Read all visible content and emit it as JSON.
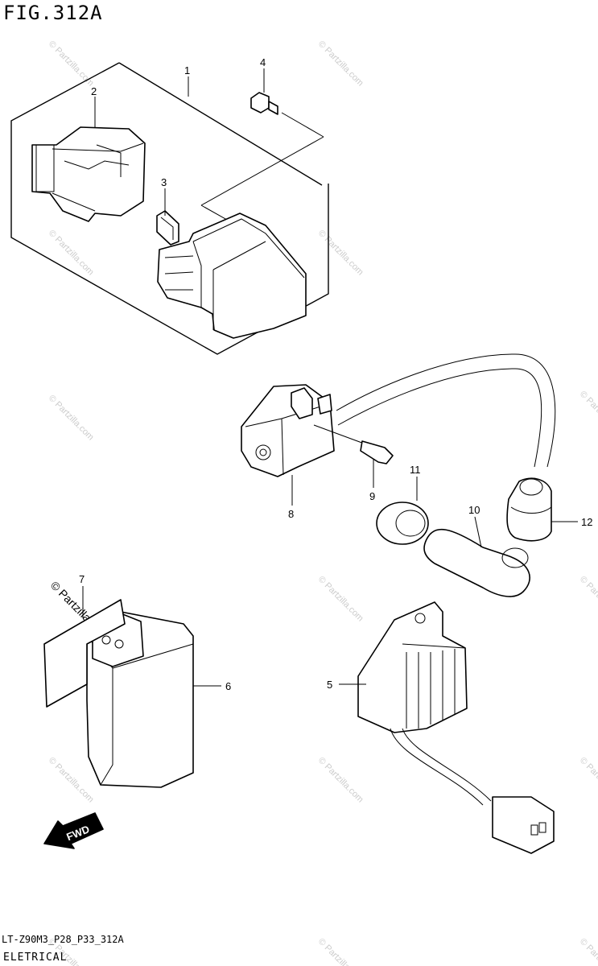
{
  "figure": {
    "title": "FIG.312A",
    "model_code": "LT-Z90M3_P28_P33_312A",
    "section_name": "ELETRICAL"
  },
  "callouts": [
    {
      "id": "c1",
      "label": "1"
    },
    {
      "id": "c2",
      "label": "2"
    },
    {
      "id": "c3",
      "label": "3"
    },
    {
      "id": "c4",
      "label": "4"
    },
    {
      "id": "c5",
      "label": "5"
    },
    {
      "id": "c6",
      "label": "6"
    },
    {
      "id": "c7",
      "label": "7"
    },
    {
      "id": "c8",
      "label": "8"
    },
    {
      "id": "c9",
      "label": "9"
    },
    {
      "id": "c10",
      "label": "10"
    },
    {
      "id": "c11",
      "label": "11"
    },
    {
      "id": "c12",
      "label": "12"
    }
  ],
  "direction_arrow": {
    "label": "FWD"
  },
  "watermark": {
    "text": "© Partzilla.com",
    "color": "#cccccc"
  },
  "colors": {
    "line": "#000000",
    "background": "#ffffff"
  }
}
